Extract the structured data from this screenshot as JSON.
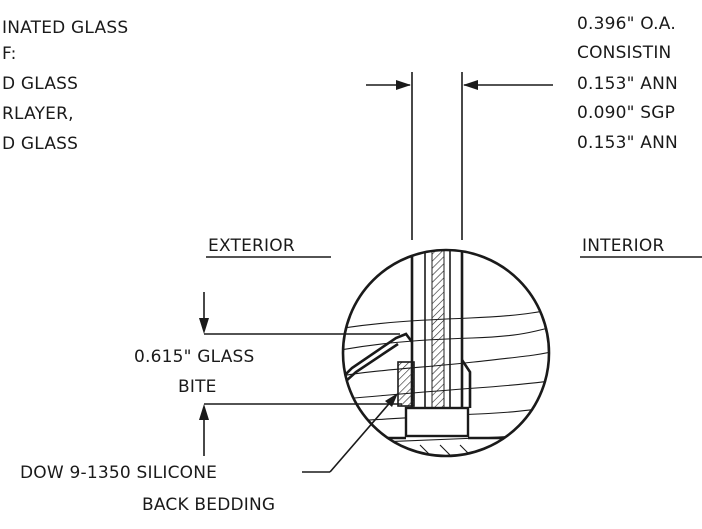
{
  "notes_left": {
    "lines": [
      "INATED GLASS",
      "F:",
      "D GLASS",
      "RLAYER,",
      "D GLASS"
    ]
  },
  "notes_right": {
    "lines": [
      "0.396\" O.A.",
      "CONSISTIN",
      "0.153\" ANN",
      "0.090\" SGP",
      "0.153\" ANN"
    ]
  },
  "side_labels": {
    "exterior": "EXTERIOR",
    "interior": "INTERIOR"
  },
  "bite_callout": {
    "line1": "0.615\" GLASS",
    "line2": "BITE"
  },
  "silicone_callout": {
    "line1": "DOW 9-1350 SILICONE",
    "line2": "BACK BEDDING"
  }
}
